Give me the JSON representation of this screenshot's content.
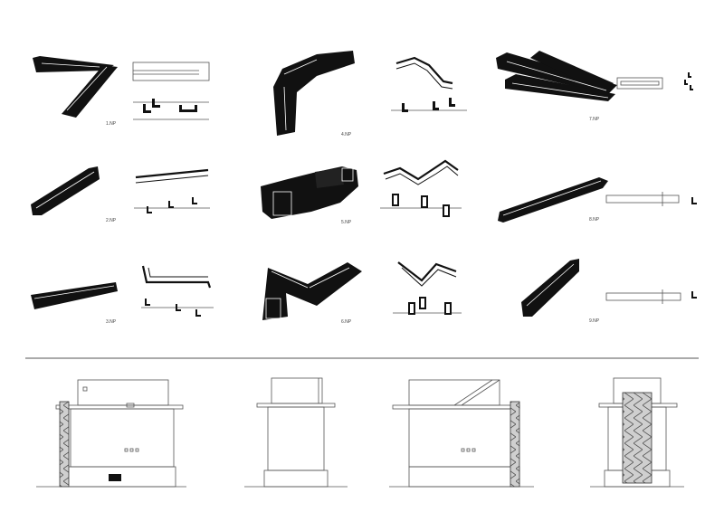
{
  "floor_labels": [
    "1.NP",
    "2.NP",
    "3.NP",
    "4.NP",
    "5.NP",
    "6.NP",
    "7.NP",
    "8.NP",
    "9.NP"
  ],
  "colors": {
    "ink": "#111111",
    "line": "#555555",
    "hatch": "#8a8a8a",
    "paper": "#ffffff"
  }
}
